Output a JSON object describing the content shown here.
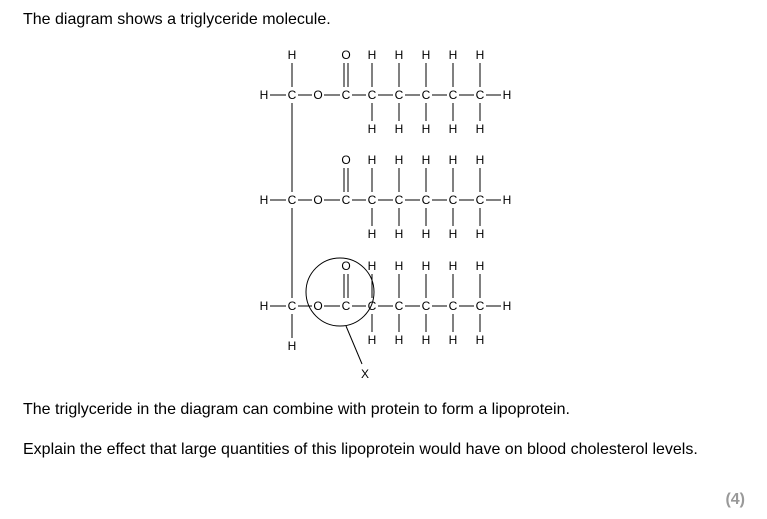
{
  "question": {
    "intro": "The diagram shows a triglyceride molecule.",
    "statement": "The triglyceride in the diagram can combine with protein to form a lipoprotein.",
    "instruction": "Explain the effect that large quantities of this lipoprotein would have on blood cholesterol levels.",
    "marks": "(4)"
  },
  "diagram": {
    "atoms": {
      "hydrogen": "H",
      "carbon": "C",
      "oxygen": "O"
    },
    "label_x": "X",
    "chains": 3,
    "chain_carbons": 6
  }
}
